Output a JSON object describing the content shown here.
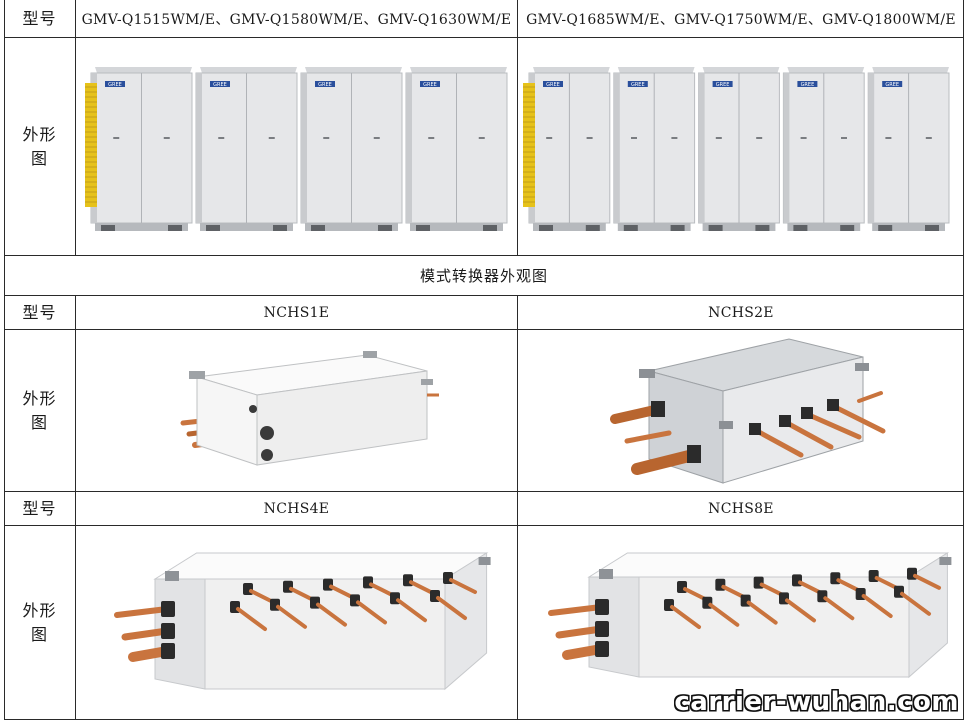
{
  "outdoor_section": {
    "model_label": "型号",
    "left_models": "GMV-Q1515WM/E、GMV-Q1580WM/E、GMV-Q1630WM/E",
    "right_models": "GMV-Q1685WM/E、GMV-Q1750WM/E、GMV-Q1800WM/E",
    "appearance_label_line1": "外形",
    "appearance_label_line2": "图",
    "left_unit_count": 4,
    "right_unit_count": 5,
    "brand_logo_text": "GREE"
  },
  "converter_section": {
    "title": "模式转换器外观图",
    "rows": [
      {
        "model_label": "型号",
        "left_model": "NCHS1E",
        "right_model": "NCHS2E",
        "appearance_label_line1": "外形",
        "appearance_label_line2": "图"
      },
      {
        "model_label": "型号",
        "left_model": "NCHS4E",
        "right_model": "NCHS8E",
        "appearance_label_line1": "外形",
        "appearance_label_line2": "图"
      }
    ]
  },
  "watermark": "carrier-wuhan.com",
  "colors": {
    "border": "#2a2a2a",
    "unit_body": "#e6e7e9",
    "unit_shadow": "#c9cbce",
    "grille": "#e6c21a",
    "copper": "#c9743e",
    "insulation": "#2b2b2b",
    "converter_body": "#f4f4f4",
    "converter_metal": "#c8cbcf"
  }
}
